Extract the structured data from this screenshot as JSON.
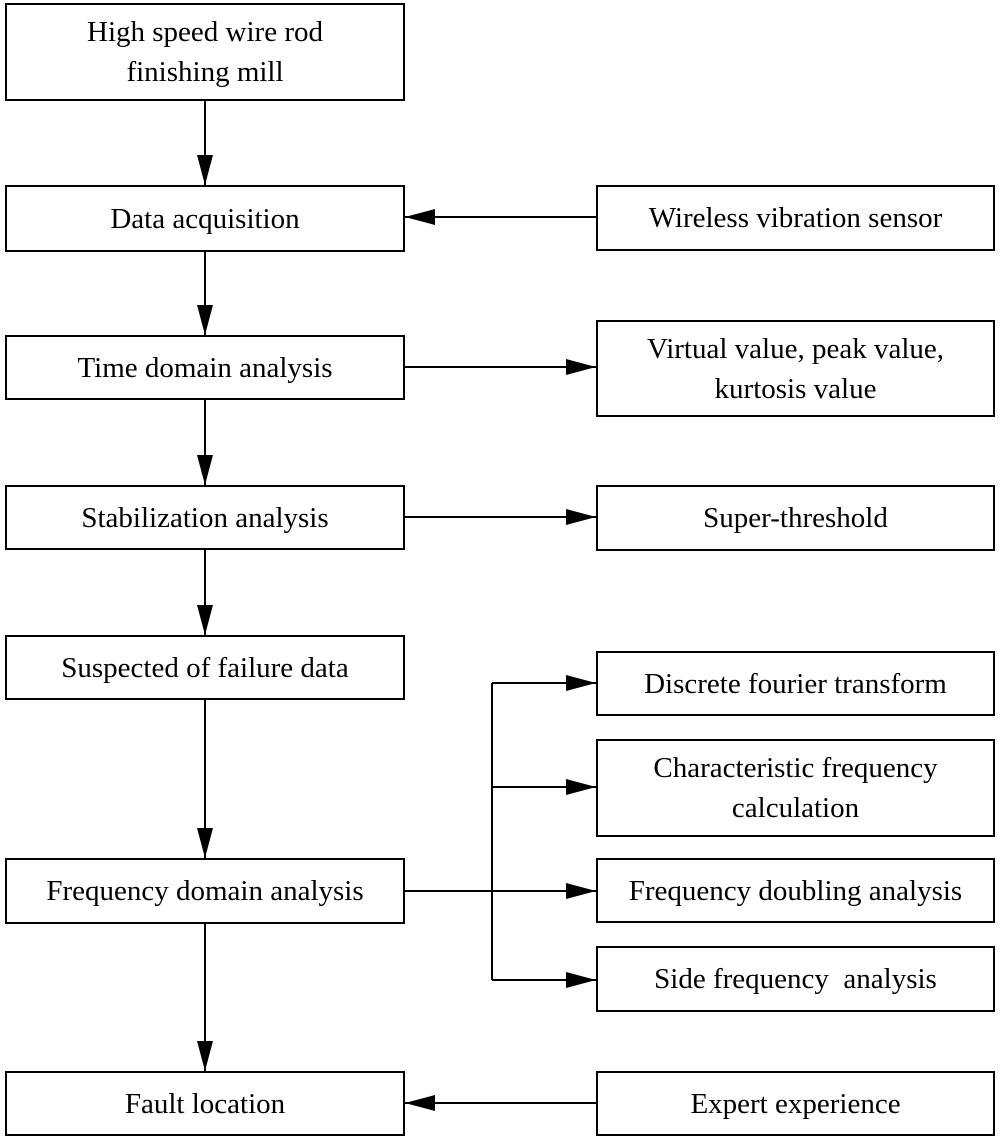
{
  "nodes": {
    "mill": {
      "lines": [
        "High speed wire rod",
        "finishing mill"
      ]
    },
    "acquisition": {
      "lines": [
        "Data acquisition"
      ]
    },
    "time_domain": {
      "lines": [
        "Time domain analysis"
      ]
    },
    "stabilization": {
      "lines": [
        "Stabilization analysis"
      ]
    },
    "suspected": {
      "lines": [
        "Suspected of failure data"
      ]
    },
    "frequency_domain": {
      "lines": [
        "Frequency domain analysis"
      ]
    },
    "fault_location": {
      "lines": [
        "Fault location"
      ]
    },
    "sensor": {
      "lines": [
        "Wireless vibration sensor"
      ]
    },
    "time_values": {
      "lines": [
        "Virtual value, peak value,",
        "kurtosis value"
      ]
    },
    "threshold": {
      "lines": [
        "Super-threshold"
      ]
    },
    "dft": {
      "lines": [
        "Discrete fourier transform"
      ]
    },
    "char_freq": {
      "lines": [
        "Characteristic frequency",
        "calculation"
      ]
    },
    "freq_doubling": {
      "lines": [
        "Frequency doubling analysis"
      ]
    },
    "side_freq": {
      "lines": [
        "Side frequency  analysis"
      ]
    },
    "expert": {
      "lines": [
        "Expert experience"
      ]
    }
  },
  "edges": [
    {
      "from": "mill",
      "to": "acquisition"
    },
    {
      "from": "sensor",
      "to": "acquisition"
    },
    {
      "from": "acquisition",
      "to": "time_domain"
    },
    {
      "from": "time_domain",
      "to": "time_values"
    },
    {
      "from": "time_domain",
      "to": "stabilization"
    },
    {
      "from": "stabilization",
      "to": "threshold"
    },
    {
      "from": "stabilization",
      "to": "suspected"
    },
    {
      "from": "suspected",
      "to": "frequency_domain"
    },
    {
      "from": "frequency_domain",
      "to": "dft"
    },
    {
      "from": "frequency_domain",
      "to": "char_freq"
    },
    {
      "from": "frequency_domain",
      "to": "freq_doubling"
    },
    {
      "from": "frequency_domain",
      "to": "side_freq"
    },
    {
      "from": "frequency_domain",
      "to": "fault_location"
    },
    {
      "from": "expert",
      "to": "fault_location"
    }
  ],
  "colors": {
    "stroke": "#000000",
    "fill": "#ffffff",
    "text": "#000000"
  }
}
